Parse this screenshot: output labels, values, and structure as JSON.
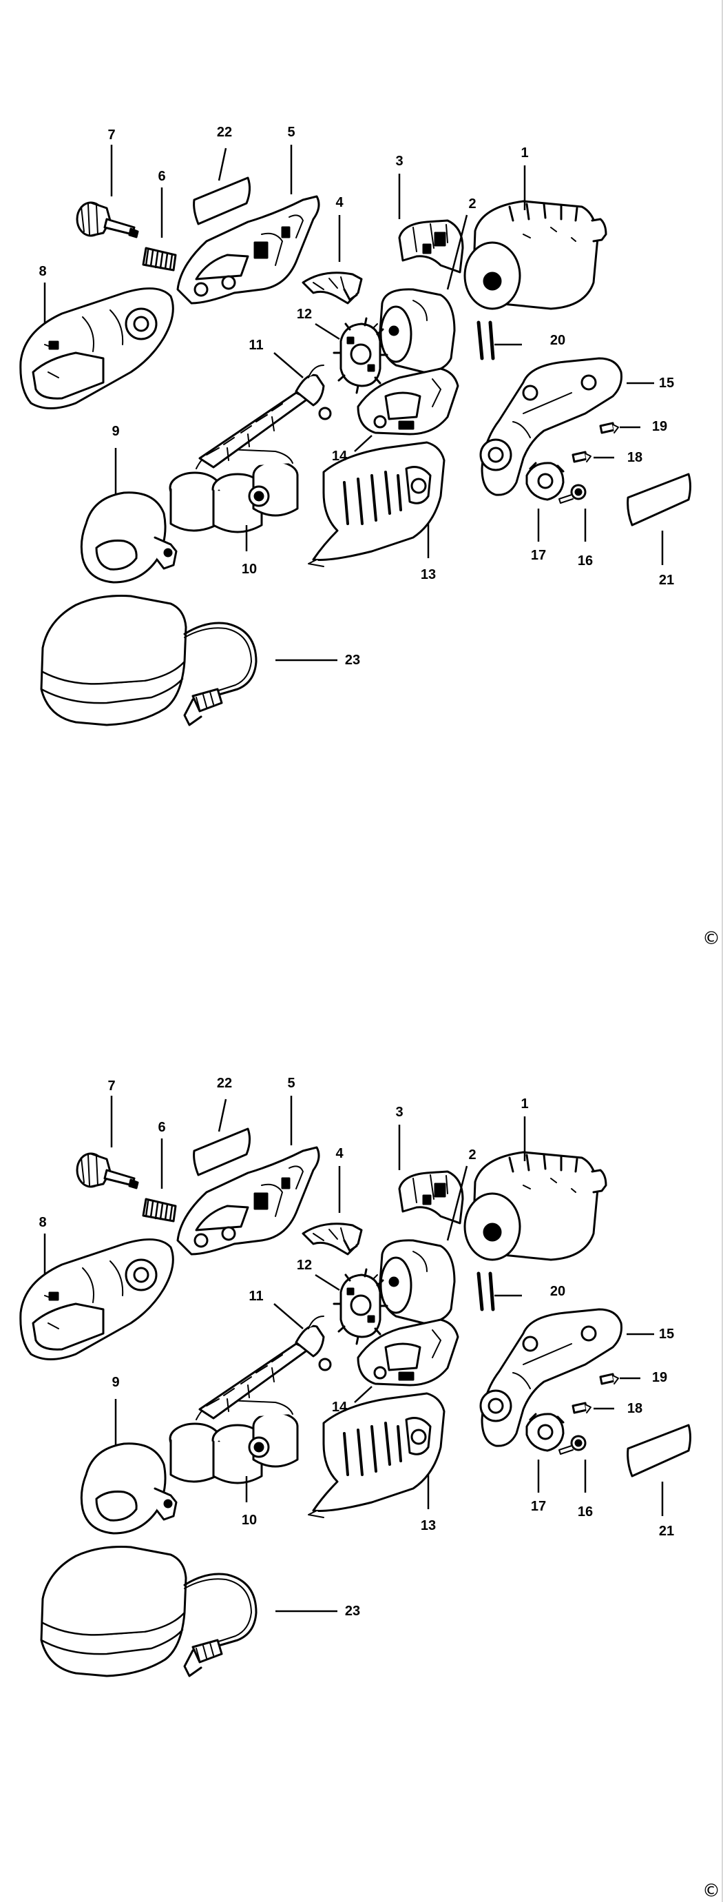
{
  "panels": [
    {
      "id": "upper",
      "callouts": [
        "1",
        "2",
        "3",
        "4",
        "5",
        "6",
        "7",
        "8",
        "9",
        "10",
        "11",
        "12",
        "13",
        "14",
        "15",
        "16",
        "17",
        "18",
        "19",
        "20",
        "21",
        "22",
        "23"
      ]
    },
    {
      "id": "lower",
      "callouts": [
        "1",
        "2",
        "3",
        "4",
        "5",
        "6",
        "7",
        "8",
        "9",
        "10",
        "11",
        "12",
        "13",
        "14",
        "15",
        "16",
        "17",
        "18",
        "19",
        "20",
        "21",
        "22",
        "23"
      ]
    }
  ],
  "copyright_symbol": "©",
  "colors": {
    "ink": "#000000",
    "paper": "#ffffff"
  }
}
